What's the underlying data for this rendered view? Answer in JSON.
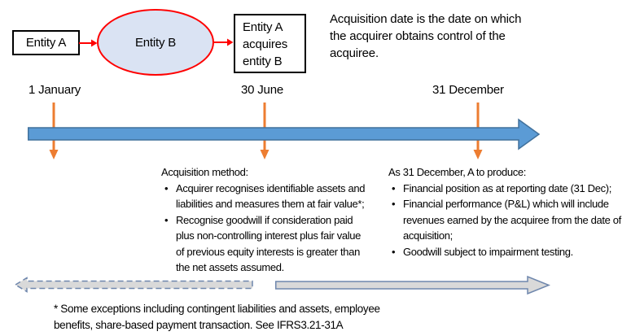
{
  "flow": {
    "entity_a": "Entity A",
    "entity_b": "Entity B",
    "acquires": "Entity A acquires entity B",
    "definition": "Acquisition date is the date on which the acquirer obtains control of the acquiree."
  },
  "timeline": {
    "dates": [
      "1 January",
      "30 June",
      "31 December"
    ]
  },
  "acquisition_method": {
    "heading": "Acquisition method:",
    "bullets": [
      "Acquirer recognises identifiable assets and liabilities and measures them at fair value*;",
      "Recognise goodwill if consideration paid plus non-controlling interest plus fair value of previous equity interests is greater than the net assets assumed."
    ]
  },
  "reporting": {
    "heading": "As 31 December, A to produce:",
    "bullets": [
      "Financial position as at reporting date (31 Dec);",
      "Financial performance (P&L) which will include revenues earned by the acquiree from the date of acquisition;",
      "Goodwill subject to impairment testing."
    ]
  },
  "footnote": "* Some exceptions including contingent liabilities and assets, employee benefits, share-based payment transaction. See IFRS3.21-31A",
  "colors": {
    "timeline_blue_fill": "#5b9bd5",
    "timeline_blue_border": "#41719c",
    "marker_orange": "#ed7d31",
    "connector_red": "#ff0000",
    "ellipse_fill": "#dae3f3",
    "ellipse_border": "#ff0000",
    "span_arrow_fill": "#d9d9d9",
    "span_arrow_border": "#6f87ad",
    "box_border": "#000000"
  }
}
